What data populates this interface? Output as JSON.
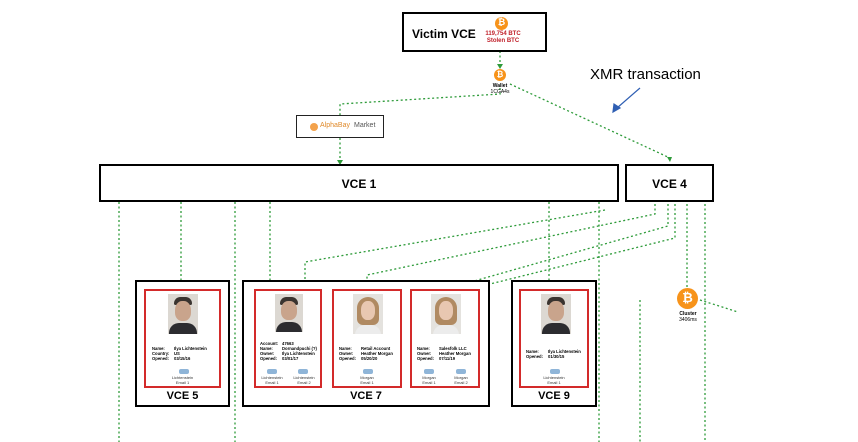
{
  "victim": {
    "title": "Victim VCE",
    "amount": "119,754 BTC",
    "subtitle": "Stolen BTC"
  },
  "wallet": {
    "label": "Wallet",
    "sub": "1CGA4s"
  },
  "market": {
    "name": "AlphaBay",
    "suffix": "Market"
  },
  "annotation": "XMR transaction",
  "vce1": "VCE 1",
  "vce4": "VCE 4",
  "cluster": {
    "label": "Cluster",
    "sub": "3406ms"
  },
  "groups": {
    "vce5": "VCE 5",
    "vce7": "VCE 7",
    "vce9": "VCE 9"
  },
  "cards": [
    {
      "id": "c5",
      "rows": [
        [
          "Name:",
          "Ilya Lichtenstein"
        ],
        [
          "Country:",
          "US"
        ],
        [
          "Opened:",
          "03/15/16"
        ]
      ],
      "cap1": "Lichtenstein",
      "cap2": "Email 1"
    },
    {
      "id": "c7a",
      "rows": [
        [
          "Account:",
          "47663"
        ],
        [
          "Name:",
          "Dornandpuchi (?)"
        ],
        [
          "Owner:",
          "Ilya Lichtenstein"
        ],
        [
          "Opened:",
          "03/01/17"
        ]
      ],
      "caps": [
        [
          "Lichtenstein",
          "Email 1"
        ],
        [
          "Lichtenstein",
          "Email 2"
        ]
      ]
    },
    {
      "id": "c7b",
      "rows": [
        [
          "Name:",
          "Retail Account"
        ],
        [
          "Owner:",
          "Heather Morgan"
        ],
        [
          "Opened:",
          "05/20/20"
        ]
      ],
      "cap1": "Morgan",
      "cap2": "Email 1"
    },
    {
      "id": "c7c",
      "rows": [
        [
          "Name:",
          "Salesfolk LLC"
        ],
        [
          "Owner:",
          "Heather Morgan"
        ],
        [
          "Opened:",
          "07/11/19"
        ]
      ],
      "caps": [
        [
          "Morgan",
          "Email 1"
        ],
        [
          "Morgan",
          "Email 2"
        ]
      ]
    },
    {
      "id": "c9",
      "rows": [
        [
          "Name:",
          "Ilya Lichtenstein"
        ],
        [
          "Opened:",
          "01/30/15"
        ]
      ],
      "cap1": "Lichtenstein",
      "cap2": "Email 1"
    }
  ],
  "colors": {
    "wire": "#2e9b3a",
    "card_border": "#d32a2a",
    "btc": "#f7931a",
    "annotation_arrow": "#2f5fb3"
  }
}
